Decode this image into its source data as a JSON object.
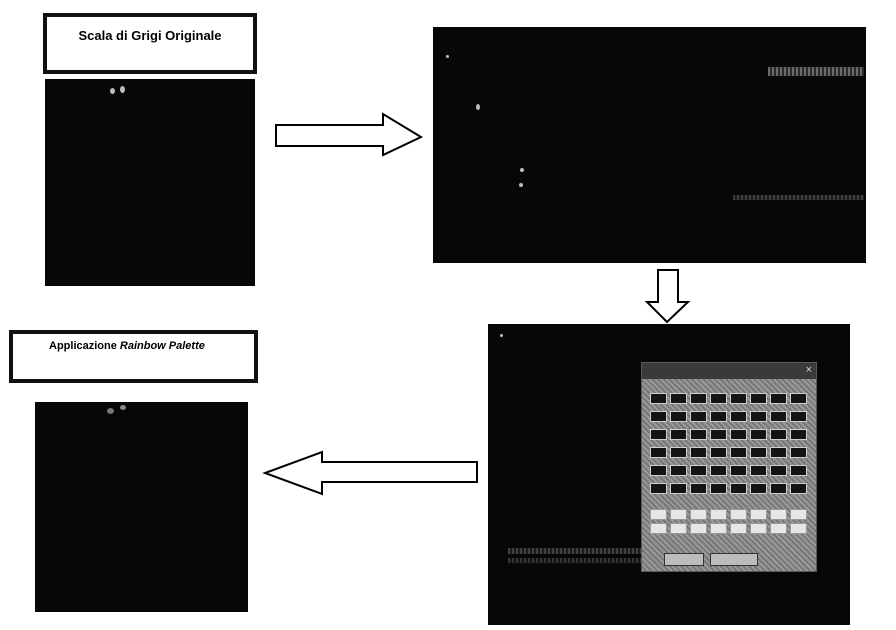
{
  "labels": {
    "original": "Scala di Grigi Originale",
    "rainbow_prefix": "Applicazione ",
    "rainbow_italic": "Rainbow Palette"
  },
  "colors": {
    "panel": "#070707",
    "border": "#111111",
    "arrow": "#000000"
  }
}
